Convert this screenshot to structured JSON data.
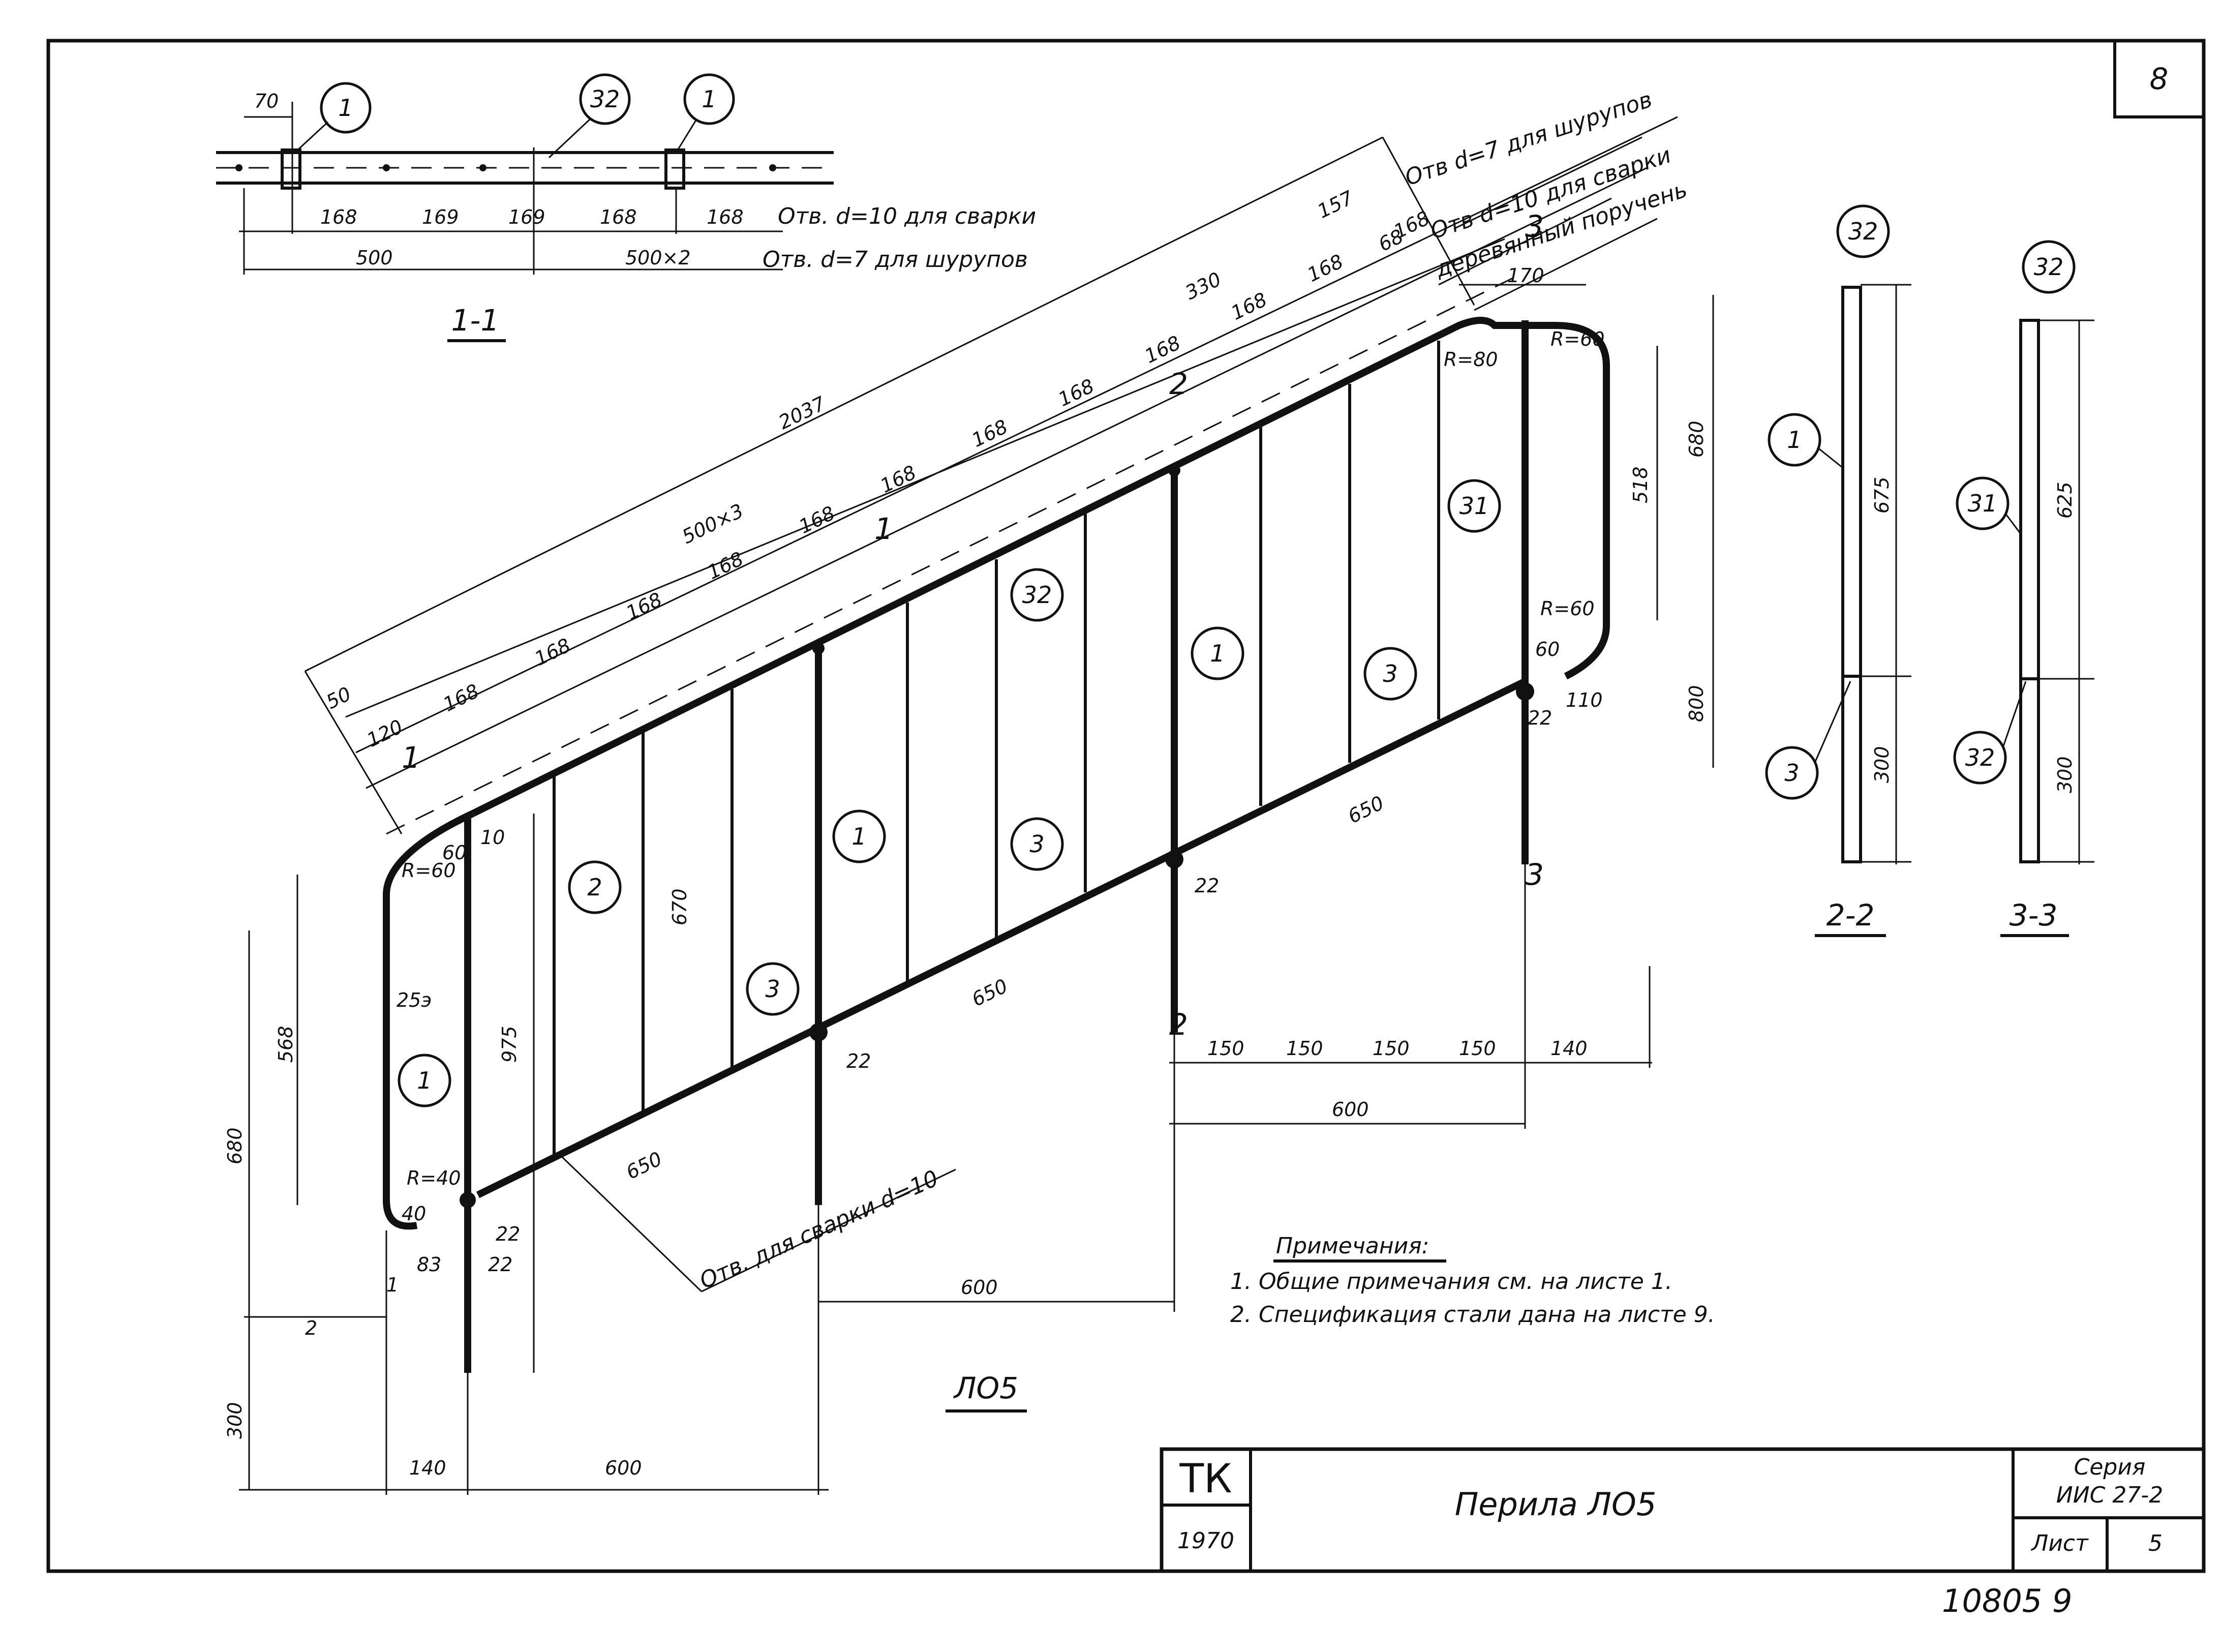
{
  "sheet_no_corner": "8",
  "section_11": {
    "title": "1-1",
    "dims": [
      "70",
      "168",
      "169",
      "169",
      "168",
      "168",
      "500",
      "500×2"
    ],
    "note_weld": "Отв. d=10 для сварки",
    "note_screw": "Отв. d=7 для шурупов",
    "callouts": [
      "1",
      "32",
      "1"
    ]
  },
  "main_view": {
    "title": "ЛО5",
    "callouts": [
      "1",
      "1",
      "1",
      "1",
      "2",
      "3",
      "3",
      "3",
      "3",
      "31",
      "32"
    ],
    "note_screw_top": "Отв d=7 для шурупов",
    "note_weld_top": "Отв d=10 для сварки",
    "note_wood": "деревянный поручень",
    "note_weld_bottom": "Отв. для сварки d=10",
    "dims_top": [
      "50",
      "120",
      "168",
      "168",
      "168",
      "168",
      "168",
      "168",
      "168",
      "168",
      "168",
      "168",
      "168",
      "168",
      "330",
      "157",
      "68",
      "500×3",
      "2037"
    ],
    "dims_left": [
      "568",
      "680",
      "975",
      "25э",
      "R=60",
      "60",
      "R=40",
      "40",
      "83",
      "22",
      "300",
      "2",
      "1",
      "10",
      "670",
      "650"
    ],
    "dims_bottom_left": [
      "140",
      "600",
      "600"
    ],
    "dims_mid": [
      "650",
      "650",
      "22",
      "22",
      "22",
      "22"
    ],
    "dims_bottom_right": [
      "150",
      "150",
      "150",
      "150",
      "140",
      "600"
    ],
    "dims_right": [
      "170",
      "R=60",
      "R=80",
      "518",
      "680",
      "R=60",
      "60",
      "110",
      "800"
    ],
    "section_marks": [
      "1",
      "1",
      "2",
      "2",
      "3",
      "3"
    ]
  },
  "section_22": {
    "title": "2-2",
    "callouts": [
      "32",
      "1",
      "3"
    ],
    "dims": [
      "675",
      "300"
    ]
  },
  "section_33": {
    "title": "3-3",
    "callouts": [
      "32",
      "31",
      "32"
    ],
    "dims": [
      "625",
      "300"
    ]
  },
  "notes": {
    "heading": "Примечания:",
    "items": [
      "1.  Общие примечания см. на листе 1.",
      "2.  Спецификация стали дана на листе 9."
    ]
  },
  "title_block": {
    "org": "ТК",
    "year": "1970",
    "title": "Перила   ЛО5",
    "series_label": "Серия",
    "series_value": "ИИС 27-2",
    "sheet_label": "Лист",
    "sheet_value": "5"
  },
  "footer_number": "10805   9"
}
